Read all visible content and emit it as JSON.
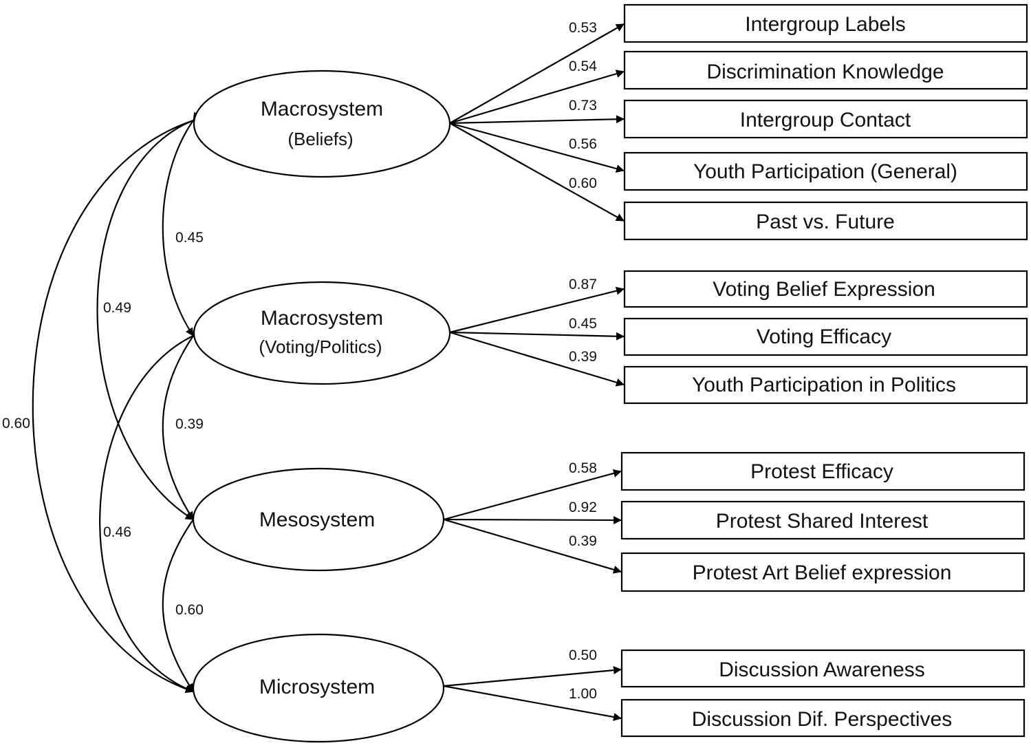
{
  "factors": {
    "beliefs": {
      "line1": "Macrosystem",
      "line2": "(Beliefs)"
    },
    "voting": {
      "line1": "Macrosystem",
      "line2": "(Voting/Politics)"
    },
    "meso": {
      "line1": "Mesosystem"
    },
    "micro": {
      "line1": "Microsystem"
    }
  },
  "indicators": {
    "beliefs": [
      {
        "label": "Intergroup Labels",
        "loading": "0.53"
      },
      {
        "label": "Discrimination Knowledge",
        "loading": "0.54"
      },
      {
        "label": "Intergroup Contact",
        "loading": "0.73"
      },
      {
        "label": "Youth Participation (General)",
        "loading": "0.56"
      },
      {
        "label": "Past vs. Future",
        "loading": "0.60"
      }
    ],
    "voting": [
      {
        "label": "Voting Belief Expression",
        "loading": "0.87"
      },
      {
        "label": "Voting Efficacy",
        "loading": "0.45"
      },
      {
        "label": "Youth Participation in Politics",
        "loading": "0.39"
      }
    ],
    "meso": [
      {
        "label": "Protest Efficacy",
        "loading": "0.58"
      },
      {
        "label": "Protest Shared Interest",
        "loading": "0.92"
      },
      {
        "label": "Protest Art Belief expression",
        "loading": "0.39"
      }
    ],
    "micro": [
      {
        "label": "Discussion Awareness",
        "loading": "0.50"
      },
      {
        "label": "Discussion Dif. Perspectives",
        "loading": "1.00"
      }
    ]
  },
  "correlations": {
    "beliefs_voting": "0.45",
    "beliefs_meso": "0.49",
    "beliefs_micro": "0.60",
    "voting_meso": "0.39",
    "voting_micro": "0.46",
    "meso_micro": "0.60"
  }
}
